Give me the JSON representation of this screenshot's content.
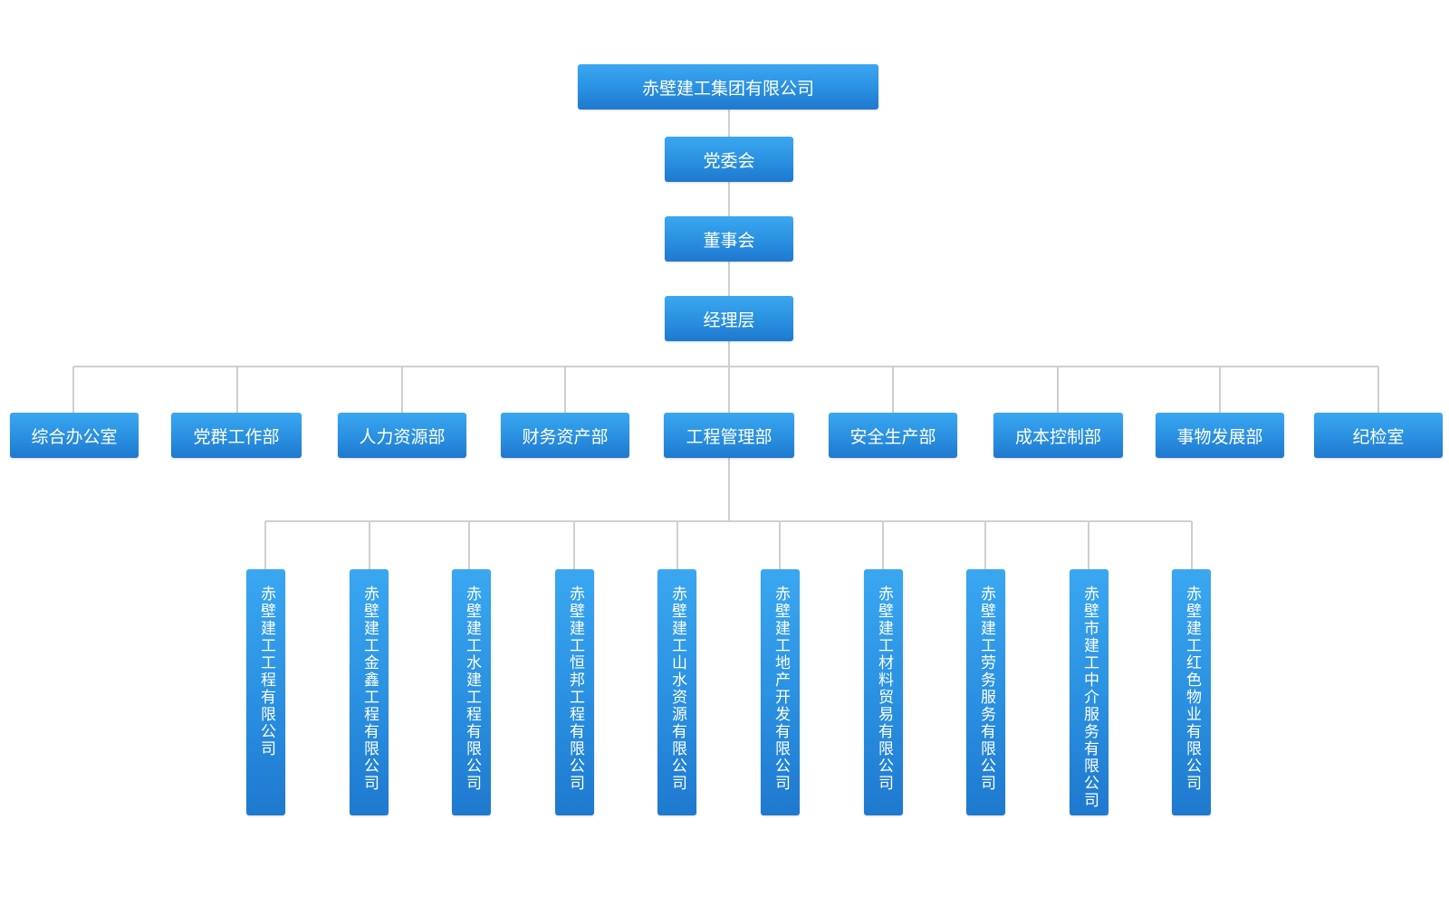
{
  "colors": {
    "node_top": "#3aa7f1",
    "node_bottom": "#1f79cf",
    "node_text": "#ffffff",
    "connector": "#cfcfcf"
  },
  "org": {
    "root": "赤壁建工集团有限公司",
    "party_committee": "党委会",
    "board": "董事会",
    "management": "经理层",
    "departments": [
      "综合办公室",
      "党群工作部",
      "人力资源部",
      "财务资产部",
      "工程管理部",
      "安全生产部",
      "成本控制部",
      "事物发展部",
      "纪检室"
    ],
    "subsidiaries": [
      "赤壁建工工程有限公司",
      "赤壁建工金鑫工程有限公司",
      "赤壁建工水建工程有限公司",
      "赤壁建工恒邦工程有限公司",
      "赤壁建工山水资源有限公司",
      "赤壁建工地产开发有限公司",
      "赤壁建工材料贸易有限公司",
      "赤壁建工劳务服务有限公司",
      "赤壁市建工中介服务有限公司",
      "赤壁建工红色物业有限公司"
    ]
  }
}
